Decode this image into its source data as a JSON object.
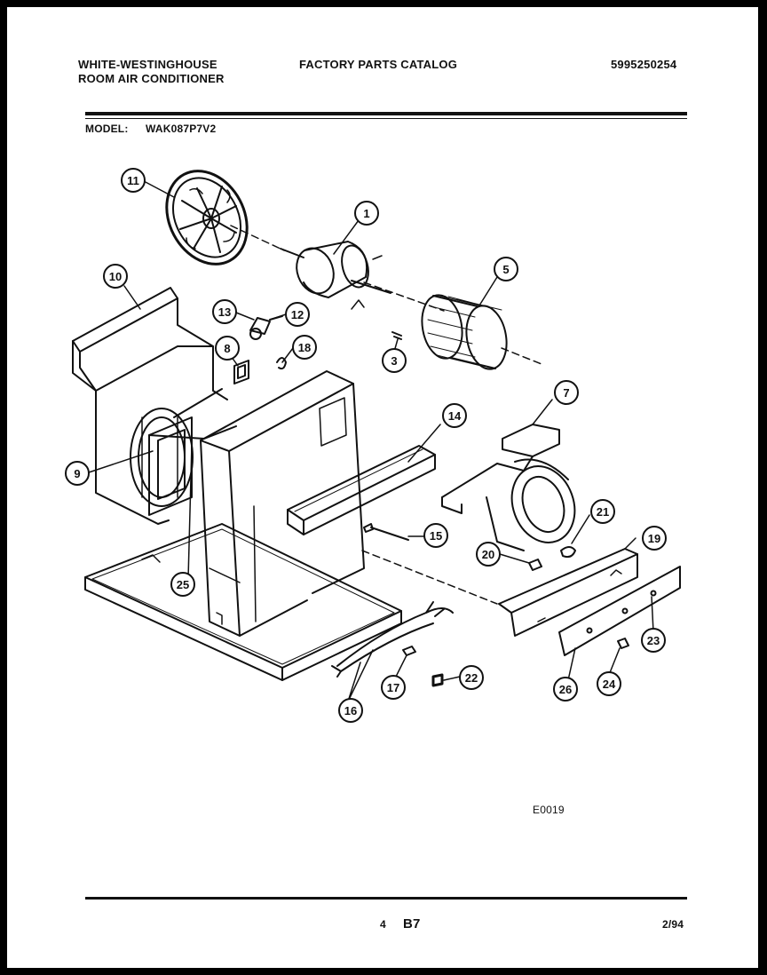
{
  "header": {
    "brand_line1": "WHITE-WESTINGHOUSE",
    "brand_line2": "ROOM AIR CONDITIONER",
    "catalog_title": "FACTORY PARTS CATALOG",
    "catalog_number": "5995250254",
    "model_label": "MODEL:",
    "model_value": "WAK087P7V2"
  },
  "diagram": {
    "drawing_code": "E0019",
    "callouts": [
      "1",
      "3",
      "5",
      "7",
      "8",
      "9",
      "10",
      "11",
      "12",
      "13",
      "14",
      "15",
      "16",
      "17",
      "18",
      "19",
      "20",
      "21",
      "22",
      "23",
      "24",
      "25",
      "26"
    ]
  },
  "footer": {
    "page_number": "4",
    "section_code": "B7",
    "date": "2/94"
  },
  "colors": {
    "ink": "#111111",
    "paper": "#ffffff",
    "frame": "#000000"
  }
}
